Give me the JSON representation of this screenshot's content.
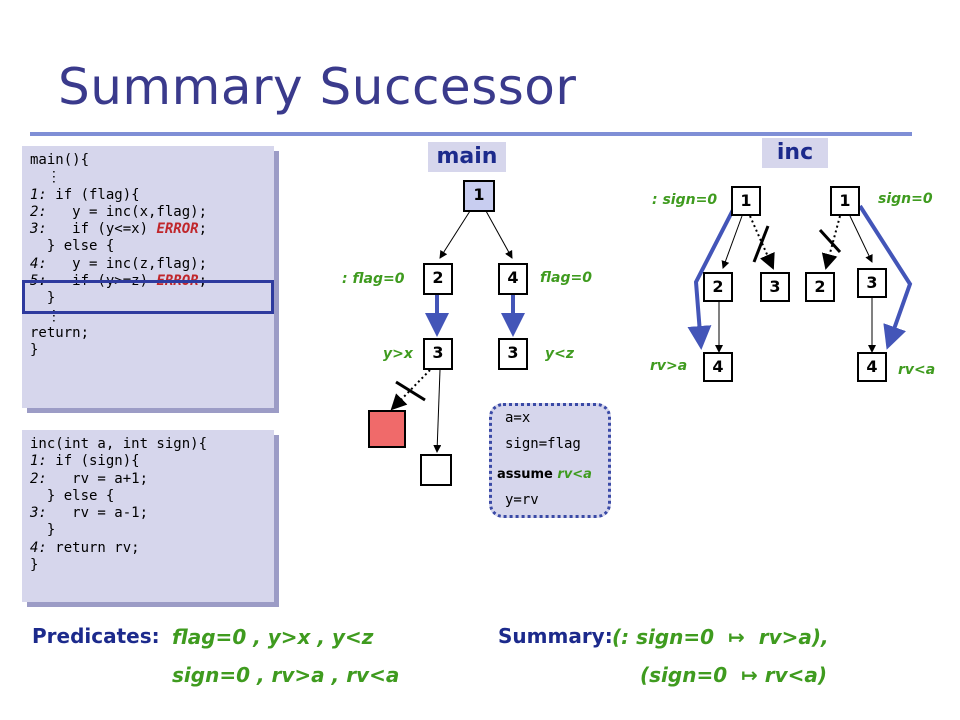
{
  "title": "Summary Successor",
  "main_code": [
    {
      "num": "",
      "code": "main(){",
      "err": "",
      "tail": ""
    },
    {
      "num": "",
      "code": "  ⋮",
      "err": "",
      "tail": ""
    },
    {
      "num": "1:",
      "code": " if (flag){",
      "err": "",
      "tail": ""
    },
    {
      "num": "2:",
      "code": "   y = inc(x,flag);",
      "err": "",
      "tail": ""
    },
    {
      "num": "3:",
      "code": "   if (y<=x) ",
      "err": "ERROR",
      "tail": ";"
    },
    {
      "num": "",
      "code": "  } else {",
      "err": "",
      "tail": ""
    },
    {
      "num": "4:",
      "code": "   y = inc(z,flag);",
      "err": "",
      "tail": ""
    },
    {
      "num": "5:",
      "code": "   if (y>=z) ",
      "err": "ERROR",
      "tail": ";"
    },
    {
      "num": "",
      "code": "  }",
      "err": "",
      "tail": ""
    },
    {
      "num": "",
      "code": "  ⋮",
      "err": "",
      "tail": ""
    },
    {
      "num": "",
      "code": "return;",
      "err": "",
      "tail": ""
    },
    {
      "num": "",
      "code": "}",
      "err": "",
      "tail": ""
    }
  ],
  "inc_code": [
    {
      "num": "",
      "code": "inc(int a, int sign){",
      "err": "",
      "tail": ""
    },
    {
      "num": "1:",
      "code": " if (sign){",
      "err": "",
      "tail": ""
    },
    {
      "num": "2:",
      "code": "   rv = a+1;",
      "err": "",
      "tail": ""
    },
    {
      "num": "",
      "code": "  } else {",
      "err": "",
      "tail": ""
    },
    {
      "num": "3:",
      "code": "   rv = a-1;",
      "err": "",
      "tail": ""
    },
    {
      "num": "",
      "code": "  }",
      "err": "",
      "tail": ""
    },
    {
      "num": "4:",
      "code": " return rv;",
      "err": "",
      "tail": ""
    },
    {
      "num": "",
      "code": "}",
      "err": "",
      "tail": ""
    }
  ],
  "main_tab": "main",
  "inc_tab": "inc",
  "main_nodes": {
    "n1": "1",
    "n2": "2",
    "n4": "4",
    "n3a": "3",
    "n3b": "3"
  },
  "main_labels": {
    "not_flag": ": flag=0",
    "flag": "flag=0",
    "yx": "y>x",
    "yz": "y<z"
  },
  "summary_box": {
    "l1": "a=x",
    "l2": "sign=flag",
    "assume": "assume",
    "assume_pred": "rv<a",
    "l3": "y=rv"
  },
  "inc_left": {
    "n1": "1",
    "n2": "2",
    "n3": "3",
    "n4": "4",
    "pre": ": sign=0",
    "post": "rv>a"
  },
  "inc_right": {
    "n1": "1",
    "n2": "2",
    "n3": "3",
    "n4": "4",
    "pre": "sign=0",
    "post": "rv<a"
  },
  "predicates": {
    "heading": "Predicates:",
    "line1": "flag=0 , y>x , y<z",
    "line2": "sign=0 , rv>a , rv<a"
  },
  "summary": {
    "heading": "Summary:",
    "line1": "(: sign=0  ↦  rv>a),",
    "line2": "(sign=0  ↦ rv<a)"
  },
  "colors": {
    "title": "#3a3a8c",
    "accent_blue": "#1c2a8c",
    "predicate_green": "#3f9b1f",
    "error_red": "#c0262b",
    "code_bg": "#d6d6ec",
    "node_blue": "#c8cdf0",
    "error_node": "#f06a6a"
  }
}
